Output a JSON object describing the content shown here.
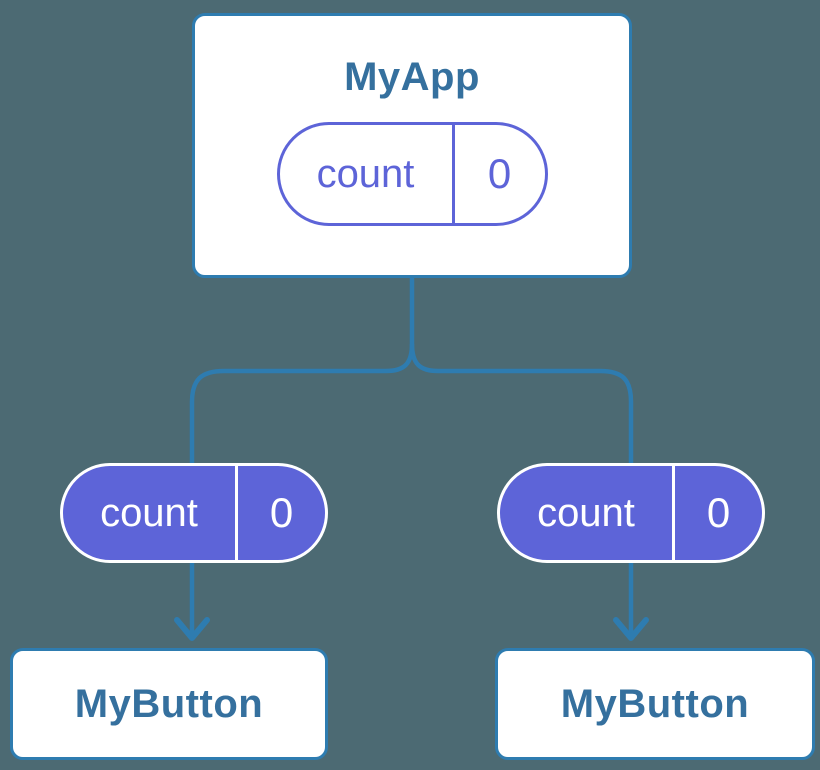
{
  "colors": {
    "background": "#4c6a73",
    "line-blue": "#2e7cb0",
    "text-blue": "#35709e",
    "purple": "#5d64d8",
    "card-bg": "#ffffff",
    "pill-text-light": "#ffffff"
  },
  "tree": {
    "root": {
      "title": "MyApp",
      "state": {
        "key": "count",
        "value": "0"
      }
    },
    "children": [
      {
        "title": "MyButton",
        "state": {
          "key": "count",
          "value": "0"
        }
      },
      {
        "title": "MyButton",
        "state": {
          "key": "count",
          "value": "0"
        }
      }
    ]
  }
}
